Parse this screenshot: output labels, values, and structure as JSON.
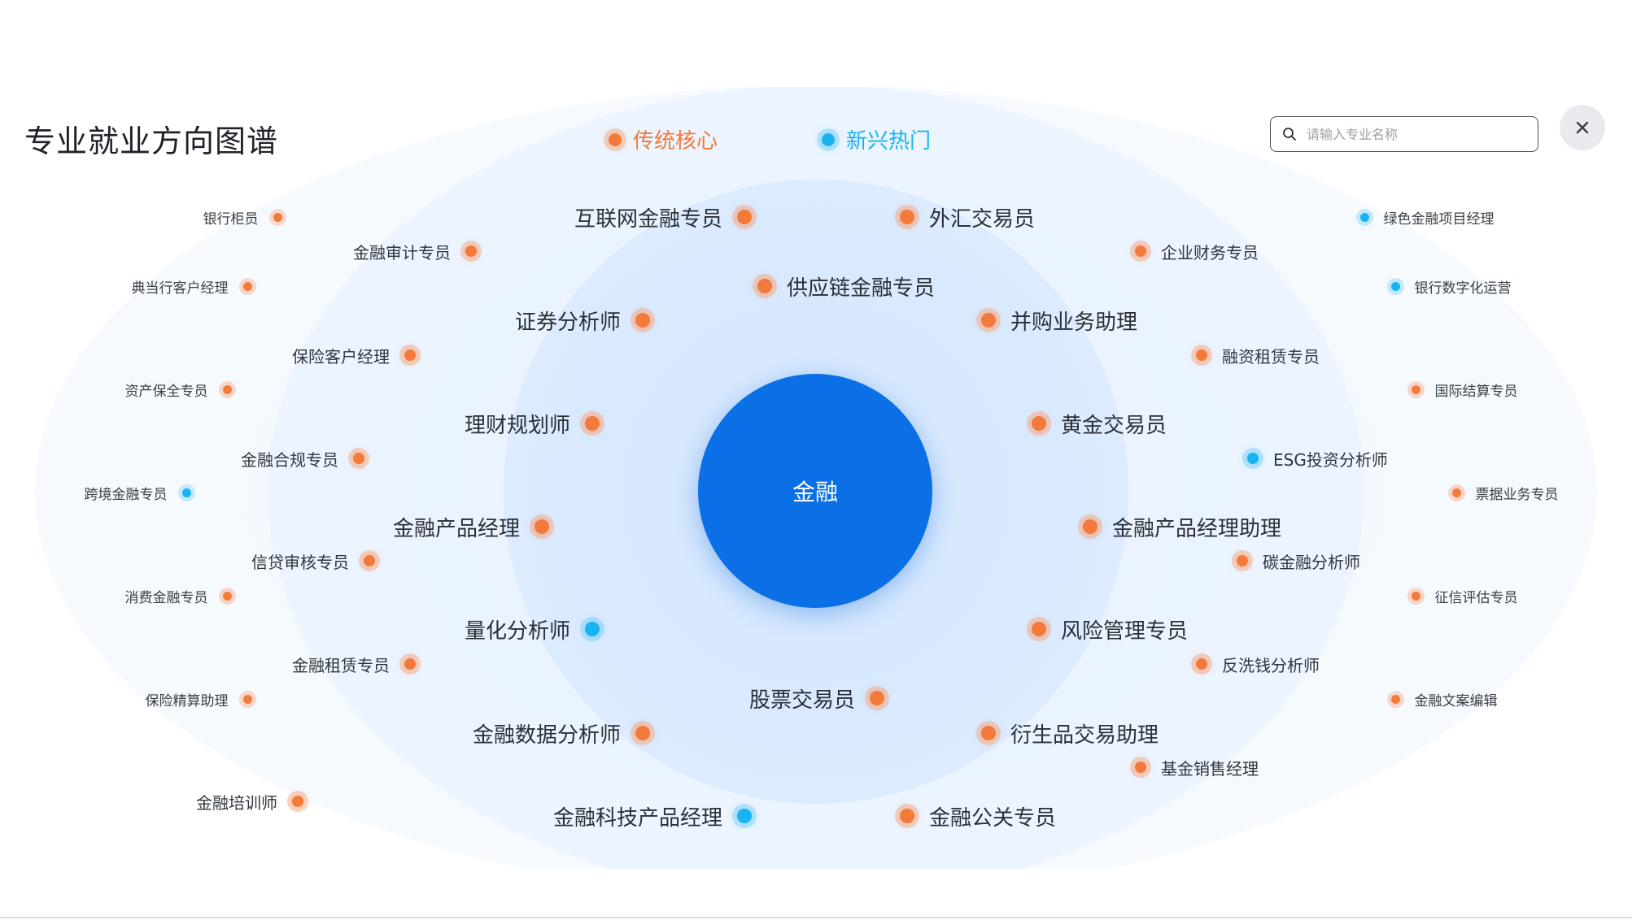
{
  "header": {
    "title": "专业就业方向图谱",
    "legend": [
      {
        "label": "传统核心",
        "color": "#f47a3b"
      },
      {
        "label": "新兴热门",
        "color": "#18b4f2"
      }
    ],
    "search_placeholder": "请输入专业名称"
  },
  "center": {
    "label": "金融"
  },
  "nodes": [
    {
      "label": "互联网金融专员",
      "type": "core",
      "size": 1,
      "side": "l"
    },
    {
      "label": "外汇交易员",
      "type": "core",
      "size": 1,
      "side": "r"
    },
    {
      "label": "供应链金融专员",
      "type": "core",
      "size": 1,
      "side": "r"
    },
    {
      "label": "证券分析师",
      "type": "core",
      "size": 1,
      "side": "l"
    },
    {
      "label": "并购业务助理",
      "type": "core",
      "size": 1,
      "side": "r"
    },
    {
      "label": "理财规划师",
      "type": "core",
      "size": 1,
      "side": "l"
    },
    {
      "label": "黄金交易员",
      "type": "core",
      "size": 1,
      "side": "r"
    },
    {
      "label": "金融产品经理",
      "type": "core",
      "size": 1,
      "side": "l"
    },
    {
      "label": "金融产品经理助理",
      "type": "core",
      "size": 1,
      "side": "r"
    },
    {
      "label": "量化分析师",
      "type": "hot",
      "size": 1,
      "side": "l"
    },
    {
      "label": "风险管理专员",
      "type": "core",
      "size": 1,
      "side": "r"
    },
    {
      "label": "股票交易员",
      "type": "core",
      "size": 1,
      "side": "l"
    },
    {
      "label": "金融数据分析师",
      "type": "core",
      "size": 1,
      "side": "l"
    },
    {
      "label": "衍生品交易助理",
      "type": "core",
      "size": 1,
      "side": "r"
    },
    {
      "label": "金融科技产品经理",
      "type": "hot",
      "size": 1,
      "side": "l"
    },
    {
      "label": "金融公关专员",
      "type": "core",
      "size": 1,
      "side": "r"
    },
    {
      "label": "金融审计专员",
      "type": "core",
      "size": 2,
      "side": "l"
    },
    {
      "label": "企业财务专员",
      "type": "core",
      "size": 2,
      "side": "r"
    },
    {
      "label": "保险客户经理",
      "type": "core",
      "size": 2,
      "side": "l"
    },
    {
      "label": "融资租赁专员",
      "type": "core",
      "size": 2,
      "side": "r"
    },
    {
      "label": "金融合规专员",
      "type": "core",
      "size": 2,
      "side": "l"
    },
    {
      "label": "ESG投资分析师",
      "type": "hot",
      "size": 2,
      "side": "r"
    },
    {
      "label": "信贷审核专员",
      "type": "core",
      "size": 2,
      "side": "l"
    },
    {
      "label": "碳金融分析师",
      "type": "core",
      "size": 2,
      "side": "r"
    },
    {
      "label": "金融租赁专员",
      "type": "core",
      "size": 2,
      "side": "l"
    },
    {
      "label": "反洗钱分析师",
      "type": "core",
      "size": 2,
      "side": "r"
    },
    {
      "label": "基金销售经理",
      "type": "core",
      "size": 2,
      "side": "r"
    },
    {
      "label": "金融培训师",
      "type": "core",
      "size": 2,
      "side": "l"
    },
    {
      "label": "银行柜员",
      "type": "core",
      "size": 3,
      "side": "l"
    },
    {
      "label": "典当行客户经理",
      "type": "core",
      "size": 3,
      "side": "l"
    },
    {
      "label": "资产保全专员",
      "type": "core",
      "size": 3,
      "side": "l"
    },
    {
      "label": "跨境金融专员",
      "type": "hot",
      "size": 3,
      "side": "l"
    },
    {
      "label": "消费金融专员",
      "type": "core",
      "size": 3,
      "side": "l"
    },
    {
      "label": "保险精算助理",
      "type": "core",
      "size": 3,
      "side": "l"
    },
    {
      "label": "绿色金融项目经理",
      "type": "hot",
      "size": 3,
      "side": "r"
    },
    {
      "label": "银行数字化运营",
      "type": "hot",
      "size": 3,
      "side": "r"
    },
    {
      "label": "国际结算专员",
      "type": "core",
      "size": 3,
      "side": "r"
    },
    {
      "label": "票据业务专员",
      "type": "core",
      "size": 3,
      "side": "r"
    },
    {
      "label": "征信评估专员",
      "type": "core",
      "size": 3,
      "side": "r"
    },
    {
      "label": "金融文案编辑",
      "type": "core",
      "size": 3,
      "side": "r"
    }
  ],
  "colors": {
    "core": "#f47a3b",
    "hot": "#18b4f2",
    "center": "#0b6fe6"
  },
  "icons": {
    "search": "search-icon",
    "close": "close-icon"
  }
}
